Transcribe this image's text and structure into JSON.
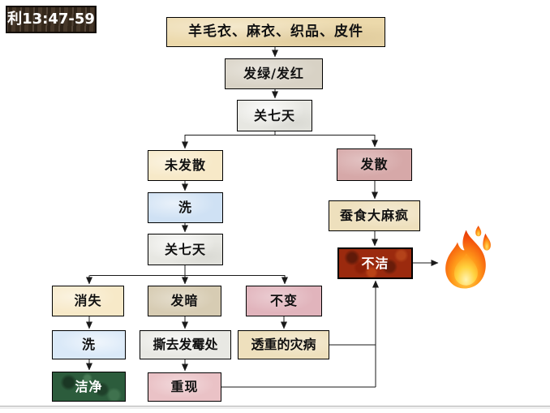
{
  "slide": {
    "reference_label": "利13:47-59",
    "background": "#ffffff"
  },
  "palette": {
    "wood_dark": "#3f2f20",
    "parchment": "#ecd9ab",
    "cream_light": "#f7e9c8",
    "cream": "#eee0bd",
    "gray_tan": "#d8d2c5",
    "marble_white": "#e7e7e2",
    "light_blue": "#cfe1f4",
    "light_blue_2": "#dae9f8",
    "light_gray": "#e8e8e3",
    "tan": "#d7ccb3",
    "rose_dark": "#d6a8a8",
    "rose": "#e1b4bc",
    "rose_light": "#eac2c6",
    "dark_red": "#9b2a0e",
    "dark_green": "#2c5c3c",
    "text_dark": "#111111",
    "text_light": "#ffffff",
    "connector": "#1a1a1a"
  },
  "flowchart": {
    "nodes": {
      "garments": {
        "label": "羊毛衣、麻衣、织品、皮件"
      },
      "green_red": {
        "label": "发绿/发红"
      },
      "shut_seven_1": {
        "label": "关七天"
      },
      "not_spread": {
        "label": "未发散"
      },
      "spread": {
        "label": "发散"
      },
      "wash_1": {
        "label": "洗"
      },
      "fretting": {
        "label": "蚕食大麻疯"
      },
      "shut_seven_2": {
        "label": "关七天"
      },
      "unclean": {
        "label": "不洁"
      },
      "disappeared": {
        "label": "消失"
      },
      "darkened": {
        "label": "发暗"
      },
      "unchanged": {
        "label": "不变"
      },
      "wash_2": {
        "label": "洗"
      },
      "tear_mildew": {
        "label": "撕去发霉处"
      },
      "deep_plague": {
        "label": "透重的灾病"
      },
      "clean": {
        "label": "洁净"
      },
      "reappear": {
        "label": "重现"
      }
    },
    "icons": {
      "fire": "flame-burn"
    }
  }
}
